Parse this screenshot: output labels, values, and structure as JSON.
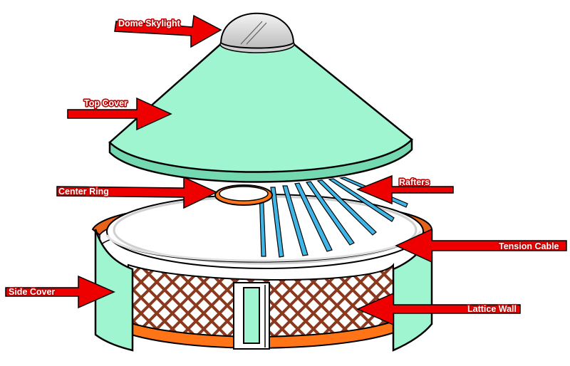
{
  "colors": {
    "cover": "#9ef5d0",
    "cover_dark": "#74d9b0",
    "rafter": "#3fb6e6",
    "rafter_dark": "#1d7fa8",
    "lattice": "#8a3a1e",
    "band": "#ff7417",
    "arrow": "#ee0000",
    "outline": "#000000",
    "label_text": "#ffffff",
    "label_outline": "#c40000"
  },
  "diagram": {
    "labels": {
      "dome_skylight": "Dome Skylight",
      "top_cover": "Top Cover",
      "center_ring": "Center Ring",
      "rafters": "Rafters",
      "tension_cable": "Tension Cable",
      "side_cover": "Side Cover",
      "lattice_wall": "Lattice Wall"
    }
  }
}
